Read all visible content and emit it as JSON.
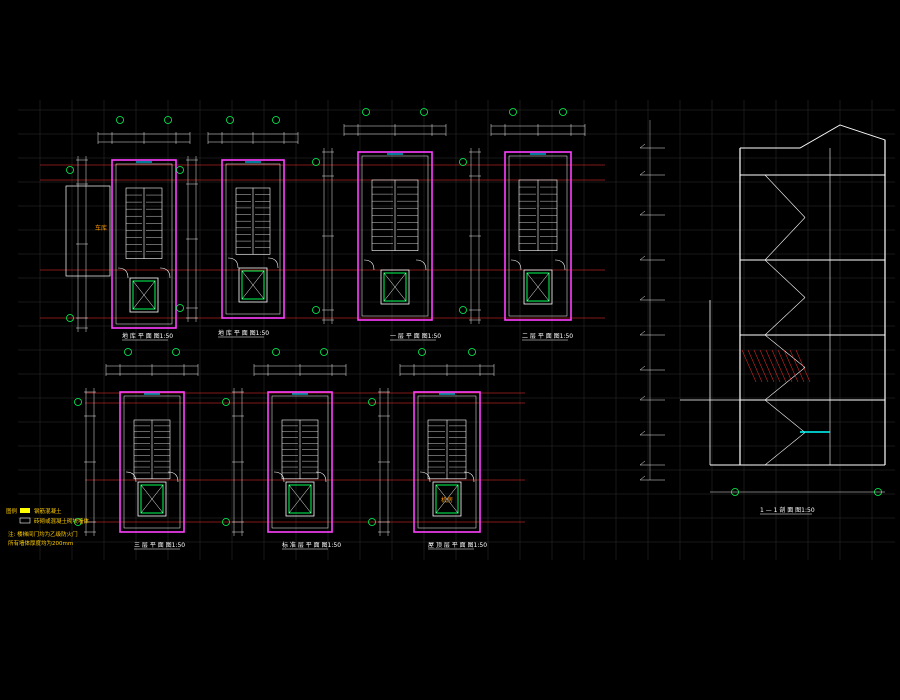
{
  "drawing": {
    "background": "#000000",
    "colors": {
      "grid": "#3a3a3a",
      "axis": "#ff3030",
      "wall": "#ff40ff",
      "line": "#ffffff",
      "dim": "#e8e8e8",
      "marker": "#00ff55",
      "elevator": "#00ff55",
      "accent": "#00ccff",
      "orange": "#ff9900",
      "yellow": "#ffff00",
      "cyan": "#00ffff"
    },
    "plans": [
      {
        "title": "地 库 平 面 图1:50",
        "room": "车库"
      },
      {
        "title": "地 库 平 面 图1:50",
        "room": ""
      },
      {
        "title": "一 层 平 面 图1:50",
        "room": ""
      },
      {
        "title": "二 层 平 面 图1:50",
        "room": ""
      },
      {
        "title": "三 层 平 面 图1:50",
        "room": ""
      },
      {
        "title": "标 准 层 平 面 图1:50",
        "room": ""
      },
      {
        "title": "屋 顶 层 平 面 图1:50",
        "room": "机房"
      }
    ],
    "section": {
      "title": "1 — 1 剖 面 图1:50"
    },
    "legend": {
      "label": "图例",
      "items": [
        "钢筋混凝土",
        "砖砌或混凝土砌块墙体"
      ],
      "notes": [
        "注: 楼梯间门均为乙级防火门",
        "所有墙体厚度均为200mm"
      ]
    }
  }
}
